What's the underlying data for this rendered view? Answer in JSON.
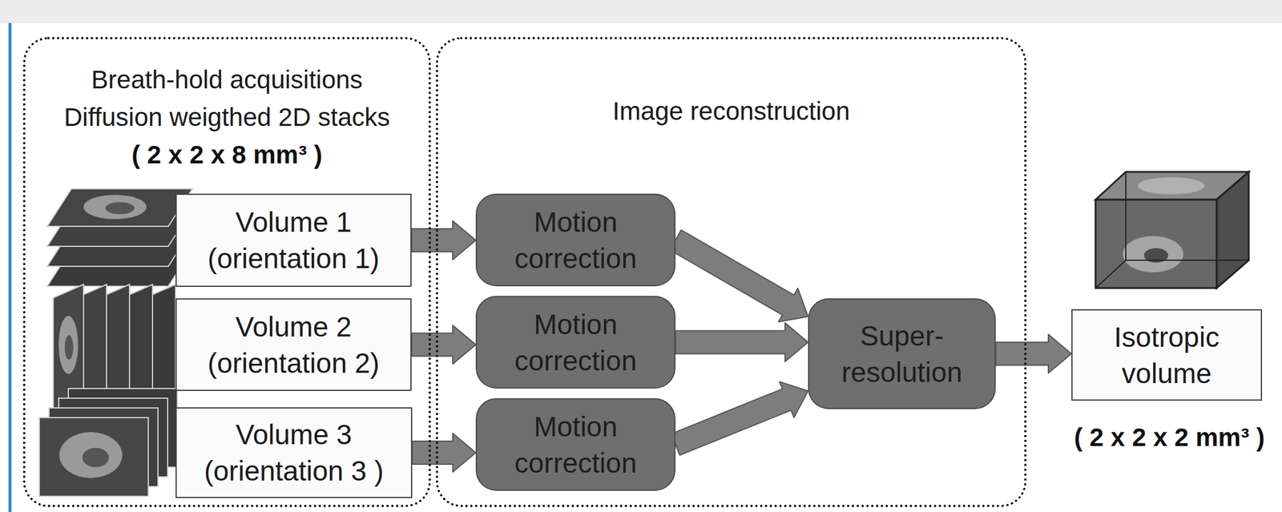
{
  "diagram": {
    "nodes": [
      {
        "text": [
          "Breath-hold acquisitions",
          "Diffusion weigthed 2D stacks",
          "( 2 x 2 x 8 mm³ )"
        ]
      },
      {
        "text": [
          "Volume 1 (orientation 1)"
        ],
        "in": 0
      },
      {
        "text": [
          "Volume 2 (orientation 2)"
        ],
        "in": 0
      },
      {
        "text": [
          "Volume 3 (orientation 3 )"
        ],
        "in": 0
      },
      {
        "text": [
          "Image reconstruction"
        ]
      },
      {
        "text": [
          "Motion correction"
        ],
        "in": 4
      },
      {
        "text": [
          "Motion correction"
        ],
        "in": 4
      },
      {
        "text": [
          "Motion correction"
        ],
        "in": 4
      },
      {
        "text": [
          "Super-resolution"
        ],
        "in": 4
      },
      {
        "text": [
          "Isotropic volume"
        ]
      }
    ],
    "edges": [
      {
        "from": 1,
        "to": 5,
        "arrow": "to"
      },
      {
        "from": 2,
        "to": 6,
        "arrow": "to"
      },
      {
        "from": 3,
        "to": 7,
        "arrow": "to"
      },
      {
        "from": 5,
        "to": 8,
        "arrow": "to"
      },
      {
        "from": 6,
        "to": 8,
        "arrow": "to"
      },
      {
        "from": 7,
        "to": 8,
        "arrow": "to"
      },
      {
        "from": 8,
        "to": 9,
        "arrow": "to"
      }
    ],
    "labels": [
      "( 2 x 2 x 2 mm³ )"
    ]
  }
}
